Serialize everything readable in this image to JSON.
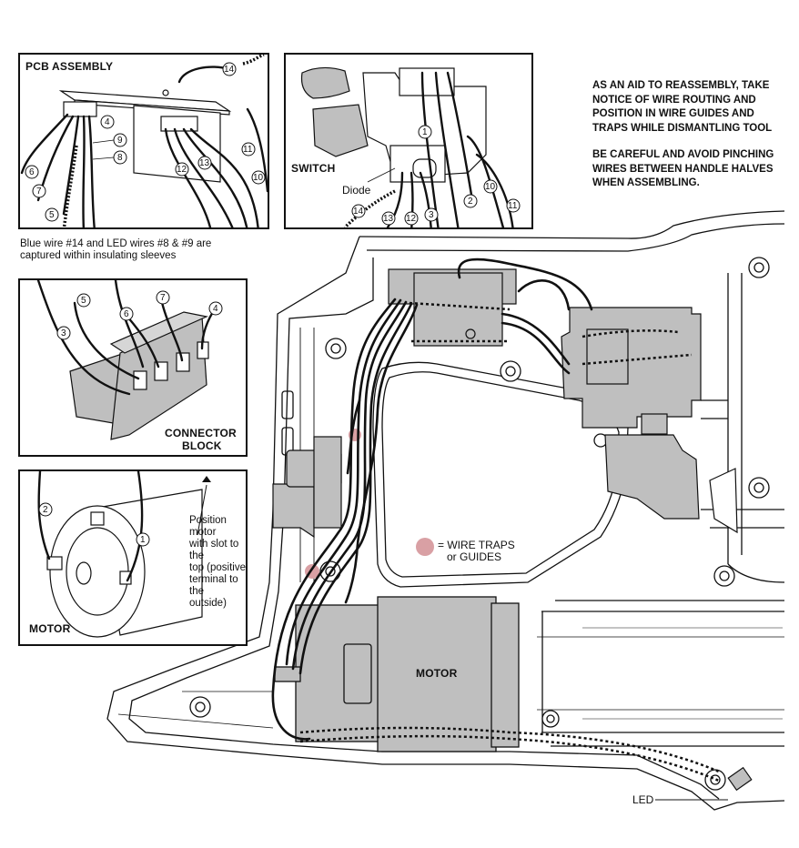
{
  "pcb_panel": {
    "title": "PCB ASSEMBLY",
    "callouts": [
      "14",
      "4",
      "9",
      "8",
      "6",
      "7",
      "5",
      "12",
      "13",
      "11",
      "10"
    ]
  },
  "switch_panel": {
    "title": "SWITCH",
    "diode_label": "Diode",
    "callouts": [
      "1",
      "14",
      "13",
      "12",
      "3",
      "2",
      "10",
      "11"
    ]
  },
  "sleeve_caption": {
    "line1": "Blue wire #14 and LED wires #8 & #9 are",
    "line2": "captured within insulating sleeves"
  },
  "connector_panel": {
    "title_line1": "CONNECTOR",
    "title_line2": "BLOCK",
    "callouts": [
      "5",
      "7",
      "6",
      "4",
      "3"
    ]
  },
  "motor_panel": {
    "title": "MOTOR",
    "note_lines": [
      "Position motor",
      "with slot to the",
      "top (positive",
      "terminal to the",
      "outside)"
    ],
    "callouts": [
      "2",
      "1"
    ]
  },
  "reassembly_note": {
    "lines": [
      "AS AN AID TO REASSEMBLY, TAKE",
      "NOTICE OF WIRE ROUTING AND",
      "POSITION IN WIRE GUIDES AND",
      "TRAPS WHILE DISMANTLING TOOL"
    ]
  },
  "pinch_note": {
    "lines": [
      "BE CAREFUL AND AVOID PINCHING",
      "WIRES BETWEEN HANDLE HALVES",
      "WHEN ASSEMBLING."
    ]
  },
  "legend": {
    "line1": "= WIRE TRAPS",
    "line2": "or GUIDES",
    "color": "#d9a0a4"
  },
  "main_labels": {
    "motor": "MOTOR",
    "led": "LED"
  },
  "colors": {
    "part_fill": "#bfbfbf",
    "wire": "#111111"
  }
}
